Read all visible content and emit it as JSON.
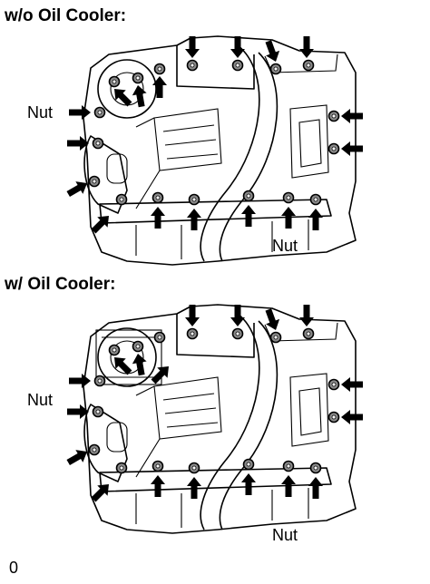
{
  "figures": [
    {
      "caption": "w/o Oil Cooler:",
      "nut_label_left": "Nut",
      "nut_label_bottom": "Nut"
    },
    {
      "caption": "w/ Oil Cooler:",
      "nut_label_left": "Nut",
      "nut_label_bottom": "Nut"
    }
  ],
  "footer_code": "0",
  "colors": {
    "ink": "#000000",
    "background": "#ffffff",
    "bolt_fill": "#8a8a8a"
  },
  "icons": [
    "bolt-icon",
    "arrow-icon"
  ]
}
